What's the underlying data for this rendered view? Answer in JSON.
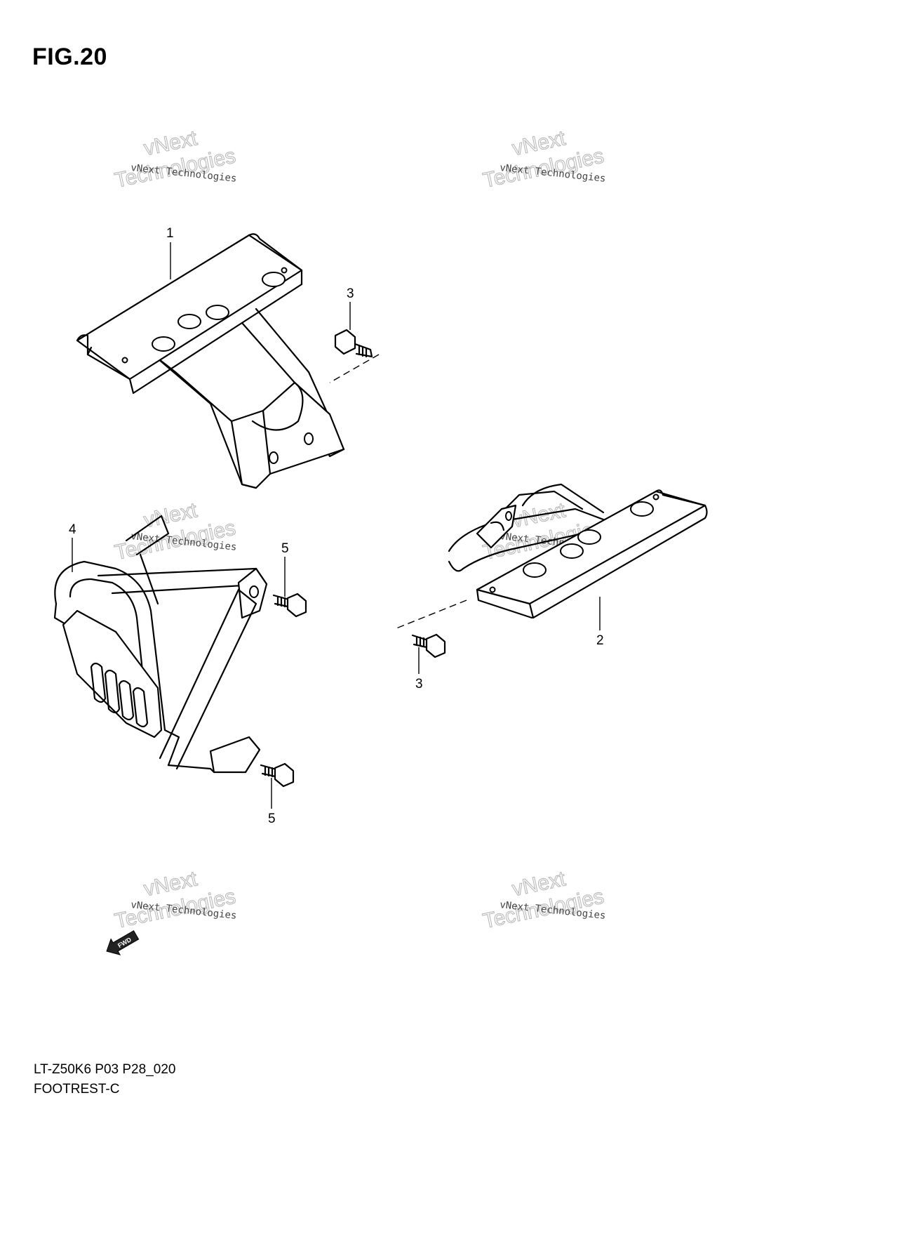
{
  "figure": {
    "title": "FIG.20"
  },
  "watermark": {
    "line_small": "vNext Technologies",
    "line_big_1": "vNext",
    "line_big_2": "Technologies"
  },
  "callouts": [
    {
      "id": "1",
      "label": "1"
    },
    {
      "id": "2",
      "label": "2"
    },
    {
      "id": "3a",
      "label": "3"
    },
    {
      "id": "3b",
      "label": "3"
    },
    {
      "id": "4",
      "label": "4"
    },
    {
      "id": "5a",
      "label": "5"
    },
    {
      "id": "5b",
      "label": "5"
    }
  ],
  "front_arrow": {
    "label": "FWD",
    "icon": "front-direction-arrow-icon"
  },
  "footer": {
    "code": "LT-Z50K6 P03 P28_020",
    "name": "FOOTREST-C"
  }
}
